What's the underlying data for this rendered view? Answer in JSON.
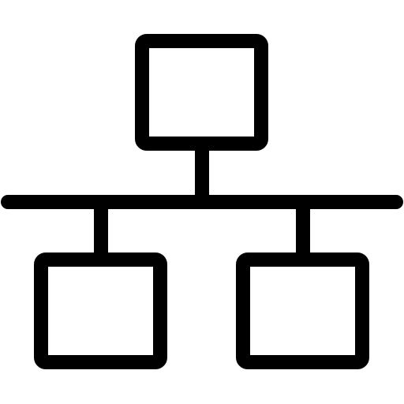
{
  "icon": {
    "name": "network-icon",
    "stroke_color": "#000000",
    "background_color": "#ffffff",
    "nodes": [
      "top-node",
      "bottom-left-node",
      "bottom-right-node"
    ]
  }
}
